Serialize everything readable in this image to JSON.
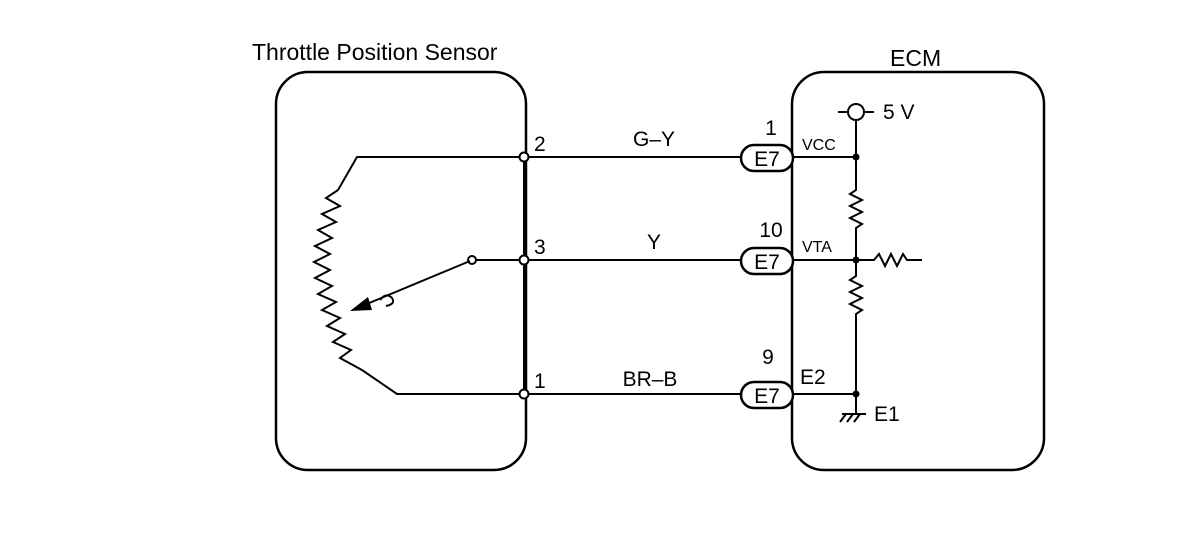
{
  "sensor": {
    "title": "Throttle Position Sensor"
  },
  "ecm": {
    "title": "ECM",
    "supply": "5 V",
    "ground": "E1"
  },
  "circuits": [
    {
      "sensor_pin": "2",
      "wire_color": "G–Y",
      "connector": "E7",
      "ecm_pin": "1",
      "signal": "VCC"
    },
    {
      "sensor_pin": "3",
      "wire_color": "Y",
      "connector": "E7",
      "ecm_pin": "10",
      "signal": "VTA"
    },
    {
      "sensor_pin": "1",
      "wire_color": "BR–B",
      "connector": "E7",
      "ecm_pin": "9",
      "signal": "E2"
    }
  ]
}
